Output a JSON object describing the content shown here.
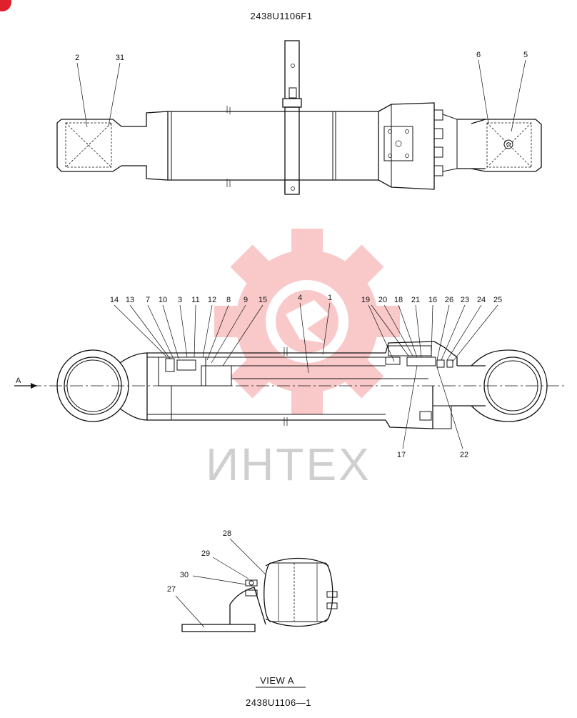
{
  "drawing": {
    "title": "2438U1106F1",
    "subtitle": "2438U1106—1",
    "view_label": "VIEW   A",
    "arrow_label": "A",
    "watermark_text": "ИНТЕХ",
    "watermark_color": "#f28a8a",
    "badge_color": "#e0202a"
  },
  "parts_top": [
    "2",
    "31",
    "6",
    "5"
  ],
  "parts_section_top": [
    "14",
    "13",
    "7",
    "10",
    "3",
    "11",
    "12",
    "8",
    "9",
    "15",
    "4",
    "1",
    "19",
    "20",
    "18",
    "21",
    "16",
    "26",
    "23",
    "24",
    "25"
  ],
  "parts_section_bottom": [
    "17",
    "22"
  ],
  "parts_view_a": [
    "28",
    "29",
    "30",
    "27"
  ]
}
